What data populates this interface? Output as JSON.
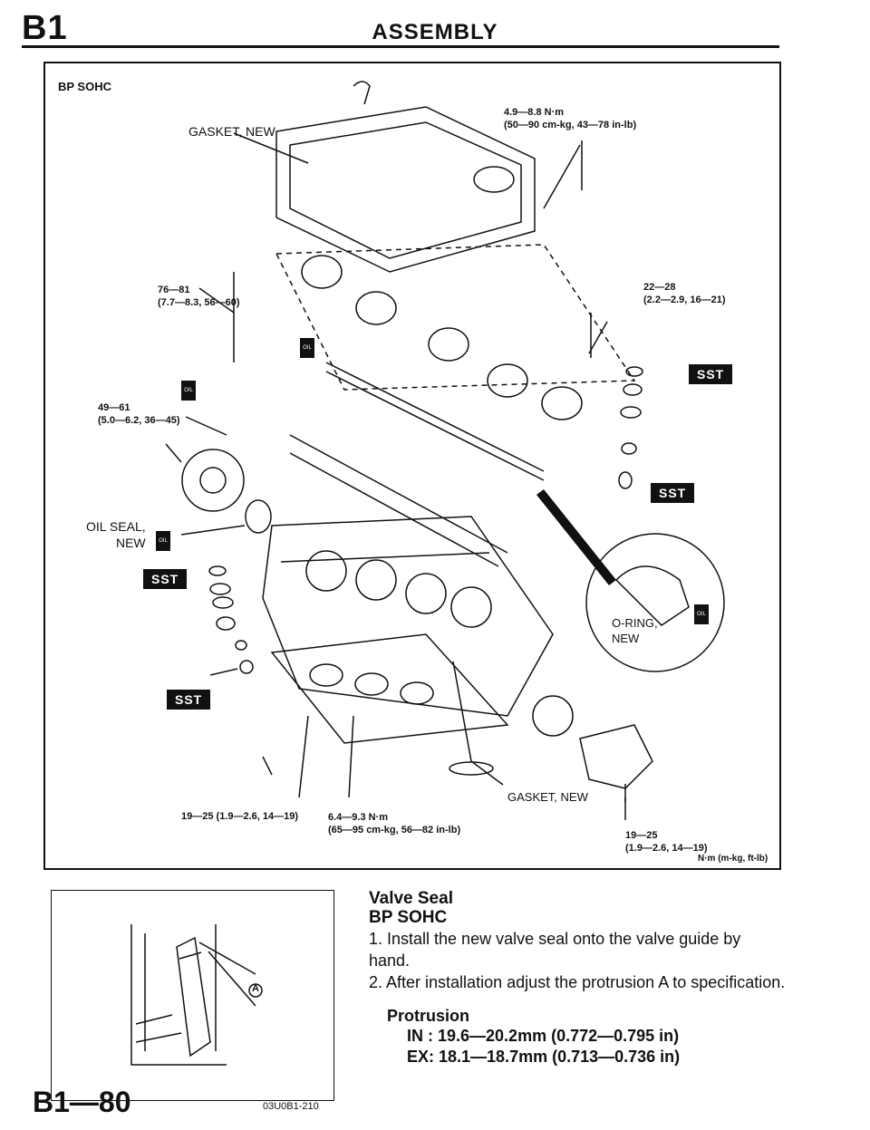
{
  "header": {
    "section_id": "B1",
    "title": "ASSEMBLY"
  },
  "figure": {
    "engine_label": "BP SOHC",
    "labels": {
      "gasket_new_top": "GASKET, NEW",
      "torque_cover": "4.9—8.8 N·m\n(50—90 cm-kg, 43—78 in-lb)",
      "torque_76": "76—81\n(7.7—8.3, 56—60)",
      "torque_22": "22—28\n(2.2—2.9, 16—21)",
      "torque_49": "49—61\n(5.0—6.2, 36—45)",
      "oil_seal": "OIL SEAL,\nNEW",
      "sst": "SST",
      "oring": "O-RING,\nNEW",
      "gasket_new_bottom": "GASKET, NEW",
      "torque_19_left": "19—25 (1.9—2.6, 14—19)",
      "torque_64": "6.4—9.3 N·m\n(65—95 cm-kg, 56—82 in-lb)",
      "torque_19_right": "19—25\n(1.9—2.6, 14—19)",
      "units": "N·m (m-kg, ft-lb)",
      "oil_mark": "OIL"
    }
  },
  "detail_figure": {
    "marker": "A",
    "code": "03U0B1-210"
  },
  "page_number": "B1—80",
  "instructions": {
    "heading": "Valve Seal",
    "subheading": "BP SOHC",
    "steps": [
      "1. Install the new valve seal onto the valve guide by hand.",
      "2. After installation adjust the protrusion A to specification."
    ],
    "spec_title": "Protrusion",
    "spec_in": "IN : 19.6—20.2mm (0.772—0.795 in)",
    "spec_ex": "EX: 18.1—18.7mm (0.713—0.736 in)"
  }
}
